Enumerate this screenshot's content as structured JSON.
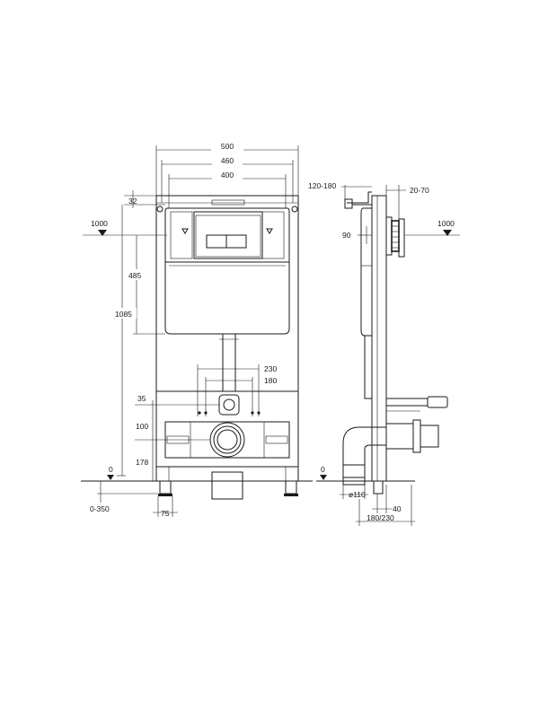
{
  "dimensions": {
    "width_500": "500",
    "width_460": "460",
    "width_400": "400",
    "top_offset_32": "32",
    "level_1000_front": "1000",
    "height_485": "485",
    "height_1085": "1085",
    "span_230": "230",
    "span_180": "180",
    "height_35": "35",
    "height_100": "100",
    "height_178": "178",
    "floor_0_front": "0",
    "adjust_0_350": "0-350",
    "foot_75": "75",
    "depth_120_180": "120-180",
    "depth_20_70": "20-70",
    "level_1000_side": "1000",
    "offset_90": "90",
    "floor_0_side": "0",
    "pipe_diameter": "ø110",
    "offset_40": "40",
    "depth_180_230": "180/230"
  }
}
